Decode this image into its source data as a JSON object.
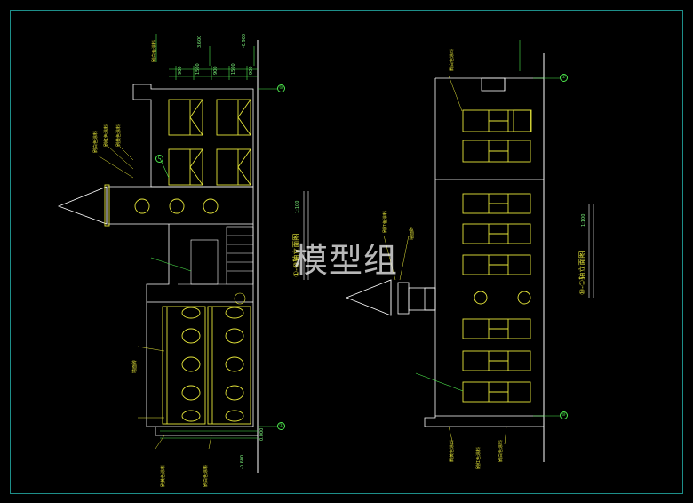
{
  "watermark": "模型组",
  "left_elevation": {
    "title": "①-⑩轴立面图",
    "scale": "1:100",
    "levels": [
      "3.600",
      "-0.900",
      "0.000",
      "-0.600"
    ],
    "axis_top": "⑩",
    "axis_bottom": "①",
    "dims_top": [
      "900",
      "1500",
      "900",
      "1500",
      "900"
    ],
    "wall_note": "刷白色涂料",
    "tag_window": "C",
    "tags": [
      "刷白色涂料",
      "刷红色涂料",
      "刷黄色涂料",
      "墙面砖",
      "刷白色涂料",
      "刷黄色涂料"
    ]
  },
  "right_elevation": {
    "title": "⑩-①轴立面图",
    "scale": "1:100",
    "axis_top": "①",
    "axis_bottom": "⑩",
    "tags": [
      "刷白色涂料",
      "刷红色涂料",
      "墙面砖",
      "刷黄色涂料",
      "刷白色涂料",
      "刷红色涂料"
    ]
  },
  "colors": {
    "frame": "#1e8f8a",
    "lines": "#e6e63a",
    "windows": "#f0f07a",
    "dims": "#4de84d",
    "wall": "#ffffff"
  }
}
